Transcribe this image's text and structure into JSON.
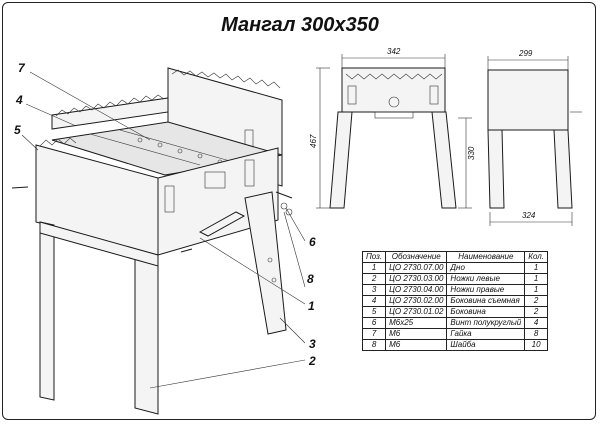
{
  "title": "Мангал 300x350",
  "callouts": [
    "7",
    "4",
    "5",
    "6",
    "8",
    "1",
    "3",
    "2"
  ],
  "dimensions": {
    "front_width": "342",
    "front_height": "467",
    "inner_height": "330",
    "side_width": "299",
    "side_base": "324"
  },
  "table": {
    "headers": [
      "Поз.",
      "Обозначение",
      "Наименование",
      "Кол."
    ],
    "rows": [
      {
        "pos": "1",
        "code": "ЦО 2730.07.00",
        "name": "Дно",
        "qty": "1"
      },
      {
        "pos": "2",
        "code": "ЦО 2730.03.00",
        "name": "Ножки левые",
        "qty": "1"
      },
      {
        "pos": "3",
        "code": "ЦО 2730.04.00",
        "name": "Ножки правые",
        "qty": "1"
      },
      {
        "pos": "4",
        "code": "ЦО 2730.02.00",
        "name": "Боковина съемная",
        "qty": "2"
      },
      {
        "pos": "5",
        "code": "ЦО 2730.01.02",
        "name": "Боковина",
        "qty": "2"
      },
      {
        "pos": "6",
        "code": "M6x25",
        "name": "Винт полукруглый",
        "qty": "4"
      },
      {
        "pos": "7",
        "code": "M6",
        "name": "Гайка",
        "qty": "8"
      },
      {
        "pos": "8",
        "code": "M6",
        "name": "Шайба",
        "qty": "10"
      }
    ]
  }
}
